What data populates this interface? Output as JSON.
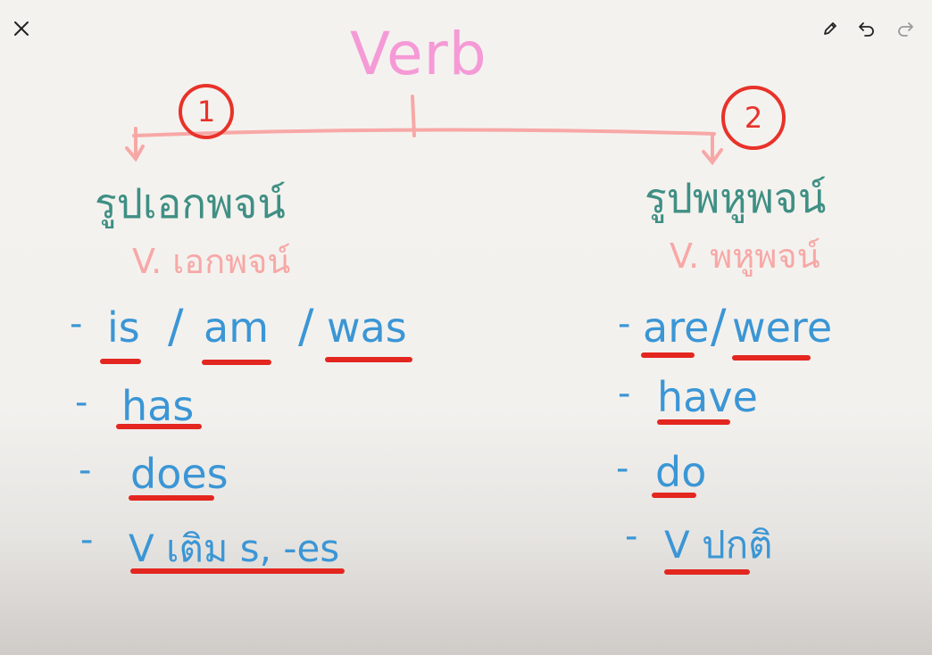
{
  "toolbar": {
    "close_icon": "close-icon",
    "pencil_icon": "pencil-icon",
    "undo_icon": "undo-icon",
    "redo_icon": "redo-icon"
  },
  "board": {
    "title": "Verb",
    "left": {
      "number": "1",
      "heading": "รูปเอกพจน์",
      "subheading": "V. เอกพจน์",
      "items": [
        {
          "words": [
            "is",
            "/",
            "am",
            "/",
            "was"
          ]
        },
        {
          "words": [
            "has"
          ]
        },
        {
          "words": [
            "does"
          ]
        },
        {
          "words": [
            "V เติม s, -es"
          ]
        }
      ]
    },
    "right": {
      "number": "2",
      "heading": "รูปพหูพจน์",
      "subheading": "V. พหูพจน์",
      "items": [
        {
          "words": [
            "are",
            "/",
            "were"
          ]
        },
        {
          "words": [
            "have"
          ]
        },
        {
          "words": [
            "do"
          ]
        },
        {
          "words": [
            "V ปกติ"
          ]
        }
      ]
    },
    "colors": {
      "title": "#f59ad6",
      "connector": "#f7a8a6",
      "circle": "#e8322a",
      "heading": "#3f8f84",
      "subheading": "#f7a8a6",
      "item": "#3b96d5",
      "underline": "#e3261f"
    }
  }
}
